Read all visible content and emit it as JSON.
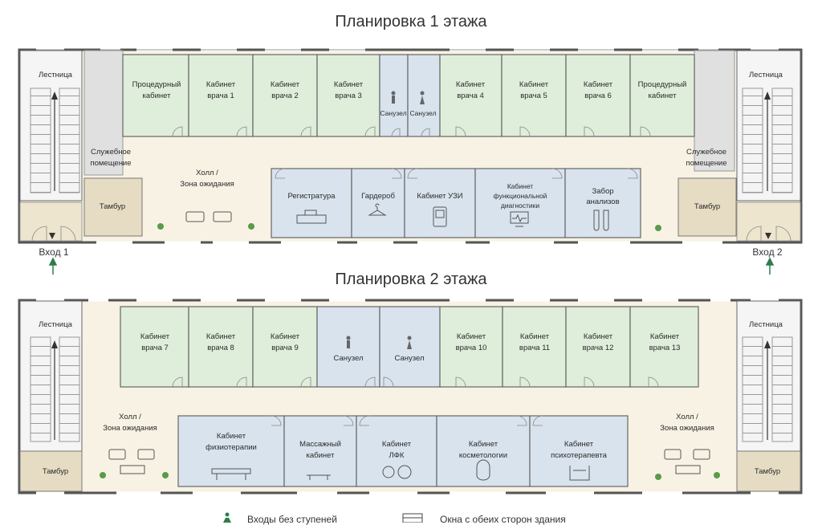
{
  "titles": {
    "floor1": "Планировка 1 этажа",
    "floor2": "Планировка 2 этажа"
  },
  "floor1": {
    "stairs_left": "Лестница",
    "stairs_right": "Лестница",
    "top_rooms": [
      {
        "l1": "Процедурный",
        "l2": "кабинет"
      },
      {
        "l1": "Кабинет",
        "l2": "врача 1"
      },
      {
        "l1": "Кабинет",
        "l2": "врача 2"
      },
      {
        "l1": "Кабинет",
        "l2": "врача 3"
      },
      {
        "l1": "Санузел",
        "l2": ""
      },
      {
        "l1": "Санузел",
        "l2": ""
      },
      {
        "l1": "Кабинет",
        "l2": "врача 4"
      },
      {
        "l1": "Кабинет",
        "l2": "врача 5"
      },
      {
        "l1": "Кабинет",
        "l2": "врача 6"
      },
      {
        "l1": "Процедурный",
        "l2": "кабинет"
      }
    ],
    "service_left": {
      "l1": "Служебное",
      "l2": "помещение"
    },
    "service_right": {
      "l1": "Служебное",
      "l2": "помещение"
    },
    "hall": {
      "l1": "Холл /",
      "l2": "Зона ожидания"
    },
    "tambur_left": "Тамбур",
    "tambur_right": "Тамбур",
    "bottom_rooms": [
      {
        "l1": "Регистратура",
        "l2": "",
        "l3": ""
      },
      {
        "l1": "Гардероб",
        "l2": "",
        "l3": ""
      },
      {
        "l1": "Кабинет УЗИ",
        "l2": "",
        "l3": ""
      },
      {
        "l1": "Кабинет",
        "l2": "функциональной",
        "l3": "диагностики"
      },
      {
        "l1": "Забор",
        "l2": "анализов",
        "l3": ""
      }
    ],
    "entrance_left": "Вход 1",
    "entrance_right": "Вход 2"
  },
  "floor2": {
    "stairs_left": "Лестница",
    "stairs_right": "Лестница",
    "top_rooms": [
      {
        "l1": "Кабинет",
        "l2": "врача 7"
      },
      {
        "l1": "Кабинет",
        "l2": "врача 8"
      },
      {
        "l1": "Кабинет",
        "l2": "врача 9"
      },
      {
        "l1": "Санузел",
        "l2": ""
      },
      {
        "l1": "Санузел",
        "l2": ""
      },
      {
        "l1": "Кабинет",
        "l2": "врача 10"
      },
      {
        "l1": "Кабинет",
        "l2": "врача 11"
      },
      {
        "l1": "Кабинет",
        "l2": "врача 12"
      },
      {
        "l1": "Кабинет",
        "l2": "врача 13"
      }
    ],
    "hall_left": {
      "l1": "Холл /",
      "l2": "Зона ожидания"
    },
    "hall_right": {
      "l1": "Холл /",
      "l2": "Зона ожидания"
    },
    "tambur_left": "Тамбур",
    "tambur_right": "Тамбур",
    "bottom_rooms": [
      {
        "l1": "Кабинет",
        "l2": "физиотерапии"
      },
      {
        "l1": "Массажный",
        "l2": "кабинет"
      },
      {
        "l1": "Кабинет",
        "l2": "ЛФК"
      },
      {
        "l1": "Кабинет",
        "l2": "косметологии"
      },
      {
        "l1": "Кабинет",
        "l2": "психотерапевта"
      }
    ]
  },
  "legend": {
    "accessible": "Входы без ступеней",
    "windows": "Окна с обеих сторон здания"
  },
  "colors": {
    "wall": "#555555",
    "corridor": "#f8f2e4",
    "doctor_room": "#dfeddb",
    "blue_room": "#d8e3ee",
    "stairs": "#f5f5f5",
    "service": "#e0e0e0",
    "tambur": "#e6dcc3",
    "accent_green": "#2e7d4f"
  }
}
